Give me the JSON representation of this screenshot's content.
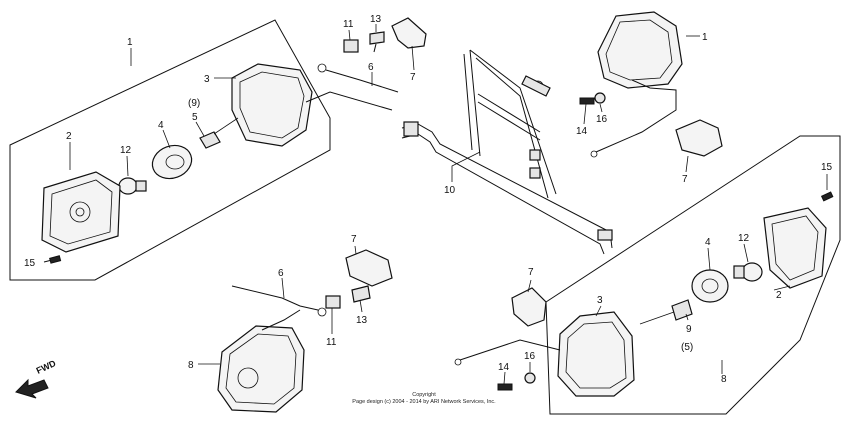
{
  "callouts": {
    "c1_left": "1",
    "c1_right": "1",
    "c2_left": "2",
    "c2_right": "2",
    "c3_left": "3",
    "c3_right": "3",
    "c4_left": "4",
    "c4_right": "4",
    "c5_left": "5",
    "c9_left": "(9)",
    "c9_right": "9",
    "c5_right": "(5)",
    "c6_top": "6",
    "c6_bottom": "6",
    "c7_top": "7",
    "c7_mid": "7",
    "c7_right_top": "7",
    "c7_right_bottom": "7",
    "c8_left": "8",
    "c8_right": "8",
    "c10": "10",
    "c11_top": "11",
    "c11_bottom": "11",
    "c12_left": "12",
    "c12_right": "12",
    "c13_top": "13",
    "c13_bottom": "13",
    "c14_top": "14",
    "c14_bottom": "14",
    "c15_left": "15",
    "c15_right": "15",
    "c16_top": "16",
    "c16_bottom": "16"
  },
  "direction_label": "FWD",
  "copyright": {
    "line1": "Copyright",
    "line2": "Page design (c) 2004 - 2014 by ARI Network Services, Inc."
  },
  "icons": {
    "fwd_arrow": "arrow-icon"
  }
}
